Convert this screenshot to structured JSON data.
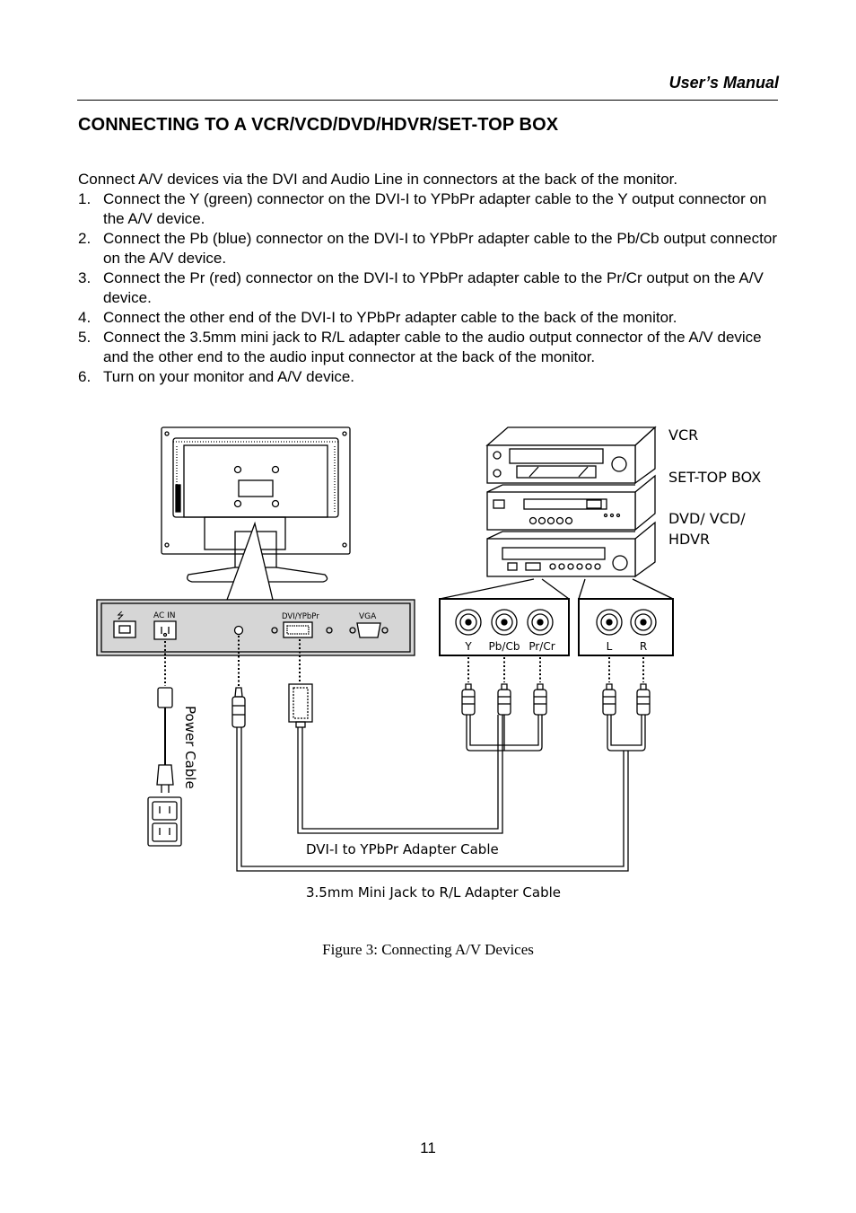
{
  "header": {
    "running_title": "User’s Manual"
  },
  "section": {
    "title": "CONNECTING TO A VCR/VCD/DVD/HDVR/SET-TOP BOX"
  },
  "intro": "Connect A/V devices via the DVI and Audio Line in connectors at the back of the monitor.",
  "steps": [
    {
      "num": "1.",
      "text": "Connect the Y (green) connector on the DVI-I to YPbPr adapter cable to the Y output connector on the A/V device."
    },
    {
      "num": "2.",
      "text": "Connect the Pb (blue) connector on the DVI-I to YPbPr adapter cable to the Pb/Cb output connector on the A/V device."
    },
    {
      "num": "3.",
      "text": "Connect the Pr (red) connector on the DVI-I to YPbPr adapter cable to the Pr/Cr output on the A/V device."
    },
    {
      "num": "4.",
      "text": "Connect the other end of the DVI-I to YPbPr adapter cable to the back of the monitor."
    },
    {
      "num": "5.",
      "text": "Connect the 3.5mm mini jack to R/L adapter cable to the audio output connector of the A/V device and the other end to the audio input connector at the back of the monitor."
    },
    {
      "num": "6.",
      "text": "Turn on your monitor and A/V device."
    }
  ],
  "figure": {
    "device_labels": {
      "vcr": "VCR",
      "settop": "SET-TOP BOX",
      "dvd_line1": "DVD/ VCD/",
      "dvd_line2": "HDVR"
    },
    "panel_labels": {
      "ac_in": "AC IN",
      "dvi": "DVI/YPbPr",
      "vga": "VGA",
      "usb_symbol": "⭍"
    },
    "video_jacks": [
      "Y",
      "Pb/Cb",
      "Pr/Cr"
    ],
    "audio_jacks": [
      "L",
      "R"
    ],
    "cable_labels": {
      "power": "Power Cable",
      "dvi_adapter": "DVI-I to YPbPr Adapter Cable",
      "audio_adapter": "3.5mm Mini Jack to R/L Adapter Cable"
    },
    "caption": "Figure 3: Connecting A/V Devices"
  },
  "footer": {
    "page_number": "11"
  }
}
